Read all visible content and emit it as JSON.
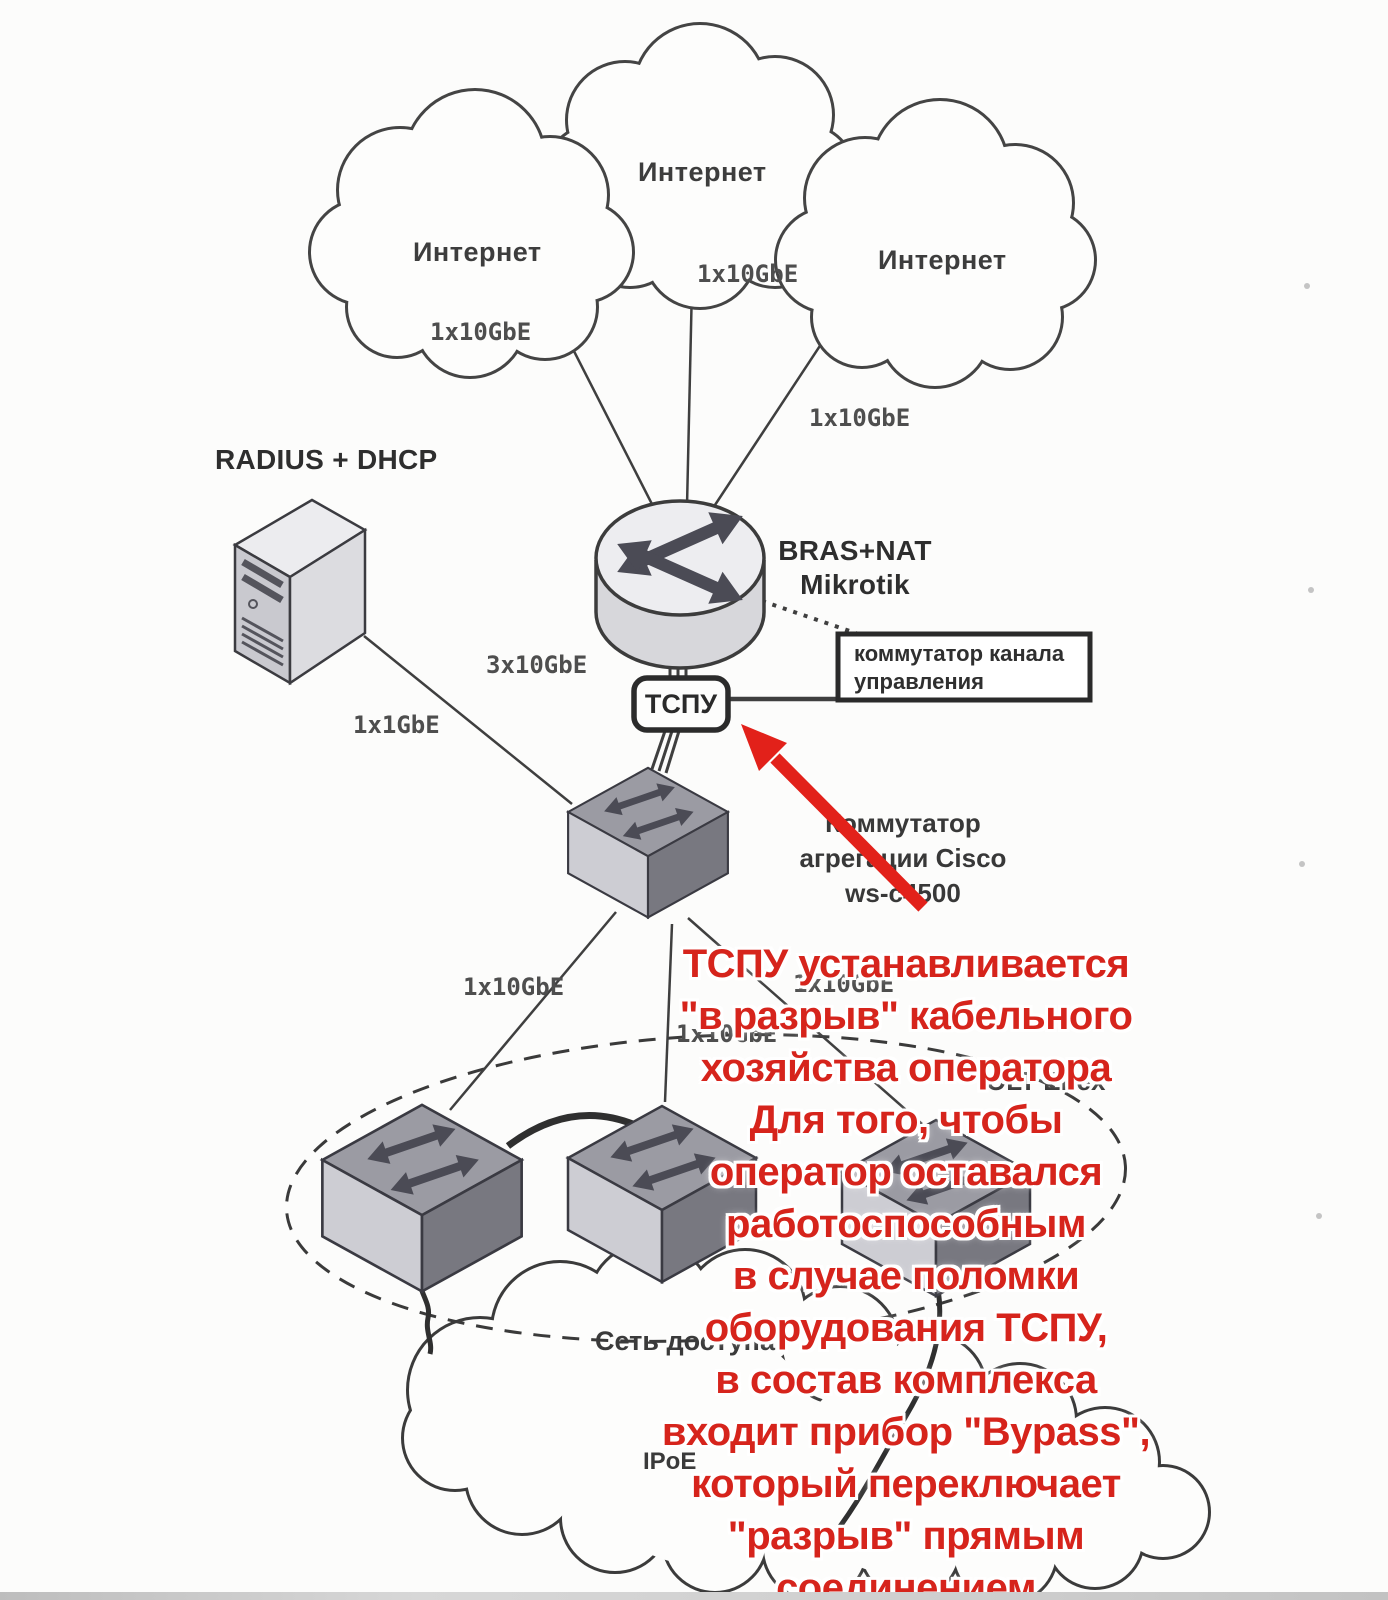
{
  "clouds": {
    "left": "Интернет",
    "middle": "Интернет",
    "right": "Интернет",
    "bottom_tag": "IPoE"
  },
  "links": {
    "top_left": "1x10GbE",
    "top_middle": "1x10GbE",
    "top_right": "1x10GbE",
    "router_tspu": "3x10GbE",
    "radius_agg": "1x1GbE",
    "agg_to_left_switch": "1x10GbE",
    "agg_to_olt": "1x10GbE",
    "agg_to_middle_switch": "1x10GbE"
  },
  "nodes": {
    "radius_server": "RADIUS + DHCP",
    "bras_line1": "BRAS+NAT",
    "bras_line2": "Mikrotik",
    "tspu": "ТСПУ",
    "mgmt_line1": "коммутатор канала",
    "mgmt_line2": "управления",
    "agg_line1": "Коммутатор",
    "agg_line2": "агрегации Cisco",
    "agg_line3": "ws-c4500",
    "olt": "OLT Eltex",
    "access_network": "Сеть доступа"
  },
  "annotation": {
    "lines": [
      "ТСПУ устанавливается",
      "\"в разрыв\" кабельного",
      "хозяйства оператора",
      "Для того, чтобы",
      "оператор оставался",
      "работоспособным",
      "в случае поломки",
      "оборудования ТСПУ,",
      "в состав комплекса",
      "входит прибор \"Bypass\",",
      "который переключает",
      "\"разрыв\" прямым",
      "соединением"
    ]
  },
  "colors": {
    "annotation_red": "#d6241c",
    "arrow_red": "#e2211a",
    "line_gray": "#3f3f3f"
  }
}
